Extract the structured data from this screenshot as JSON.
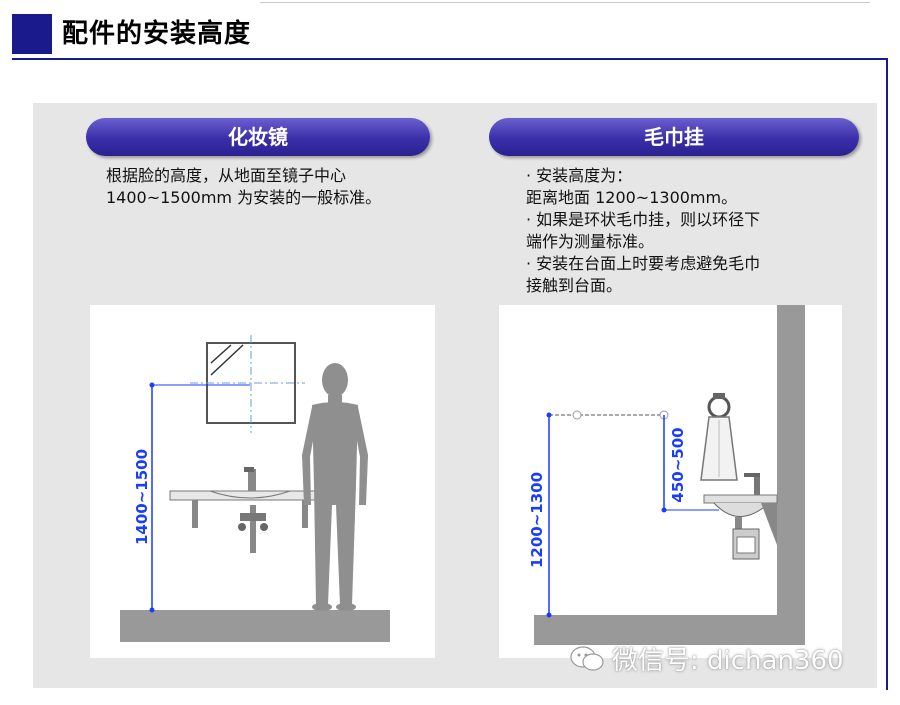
{
  "header": {
    "title": "配件的安装高度"
  },
  "mirror": {
    "label": "化妆镜",
    "description_lines": [
      "根据脸的高度，从地面至镜子中心",
      "1400~1500mm 为安装的一般标准。"
    ],
    "dimension": "1400~1500"
  },
  "towel_rack": {
    "label": "毛巾挂",
    "description_lines": [
      "· 安装高度为：",
      "  距离地面 1200~1300mm。",
      "· 如果是环状毛巾挂，则以环径下",
      "  端作为测量标准。",
      "· 安装在台面上时要考虑避免毛巾",
      "  接触到台面。"
    ],
    "dimension_floor": "1200~1300",
    "dimension_ring": "450~500"
  },
  "watermark": {
    "text": "微信号: dichan360",
    "icon": "wechat-icon"
  },
  "colors": {
    "accent": "#1a1a8c",
    "pill": "#3a2fa8",
    "dimension": "#1a3cff",
    "panel": "#e6e6e6",
    "floor": "#999999"
  }
}
